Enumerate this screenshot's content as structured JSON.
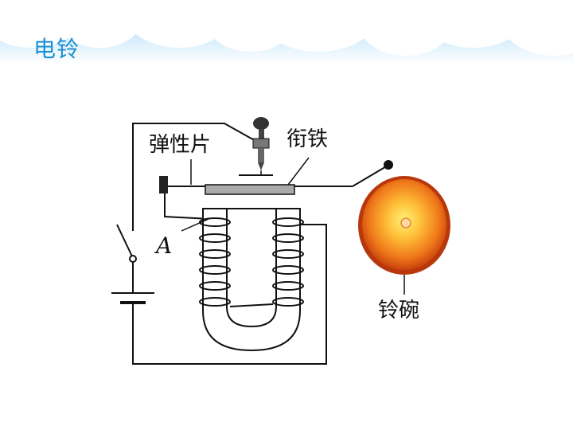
{
  "slide": {
    "title": "电铃"
  },
  "diagram": {
    "labels": {
      "spring_strip": "弹性片",
      "armature": "衔铁",
      "coil_point": "A",
      "bell_bowl": "铃碗"
    },
    "colors": {
      "title": "#1a8fd4",
      "bell_outer": "#e0571a",
      "bell_inner": "#ffcf3a",
      "armature_fill": "#aaaaaa",
      "wire": "#111111"
    }
  }
}
